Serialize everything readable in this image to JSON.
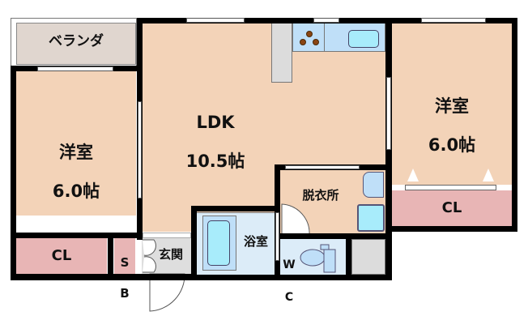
{
  "floorplan": {
    "rooms": {
      "veranda": {
        "label": "ベランダ"
      },
      "western_left": {
        "name": "洋室",
        "size": "6.0帖"
      },
      "ldk": {
        "name": "LDK",
        "size": "10.5帖"
      },
      "western_right": {
        "name": "洋室",
        "size": "6.0帖"
      },
      "closet_left": {
        "label": "CL"
      },
      "closet_right": {
        "label": "CL"
      },
      "shoe_box": {
        "label_top": "S",
        "label_bottom": "B"
      },
      "entrance": {
        "label": "玄関"
      },
      "bathroom": {
        "label": "浴室"
      },
      "dressing_room": {
        "label": "脱衣所"
      },
      "toilet": {
        "label_top": "W",
        "label_bottom": "C"
      }
    },
    "colors": {
      "room_floor": "#f3d3b8",
      "veranda": "#e0d6cf",
      "closet": "#e8b5b5",
      "wet_area": "#dcecf8",
      "fixture": "#a8ecfb",
      "kitchen_counter": "#bfdff8",
      "entrance": "#dedede",
      "wall": "#000000"
    }
  }
}
